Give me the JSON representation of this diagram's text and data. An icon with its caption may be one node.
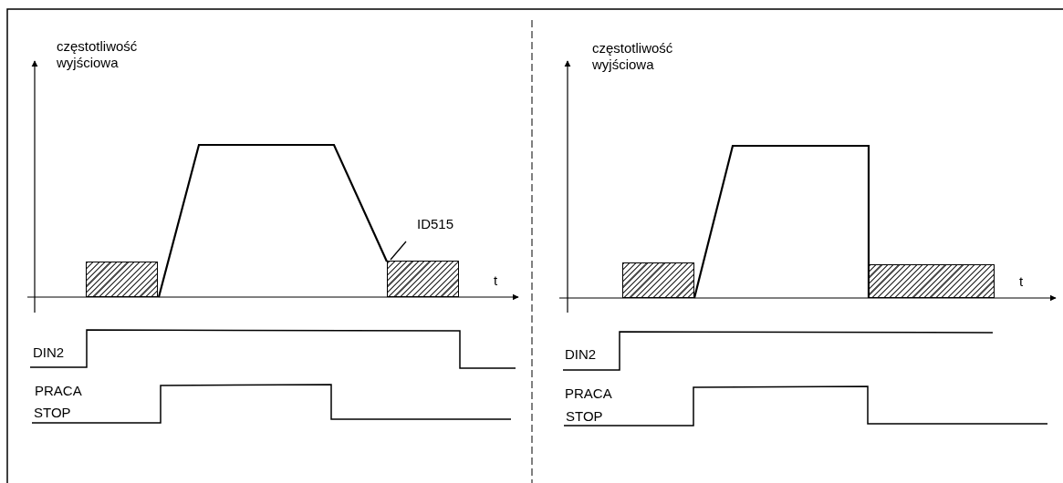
{
  "diagram": {
    "nodes": [
      {
        "text": [
          "ID515"
        ]
      },
      {
        "text": [],
        "shape": "box"
      },
      {
        "text": [],
        "shape": "box"
      },
      {
        "text": [],
        "shape": "box"
      },
      {
        "text": [],
        "shape": "box"
      }
    ],
    "edges": [
      {
        "from": 0,
        "to": 2,
        "arrow": "none"
      }
    ],
    "labels": [
      "częstotliwość wyjściowa",
      "t",
      "DIN2",
      "PRACA",
      "STOP",
      "częstotliwość wyjściowa",
      "t",
      "DIN2",
      "PRACA",
      "STOP"
    ]
  }
}
